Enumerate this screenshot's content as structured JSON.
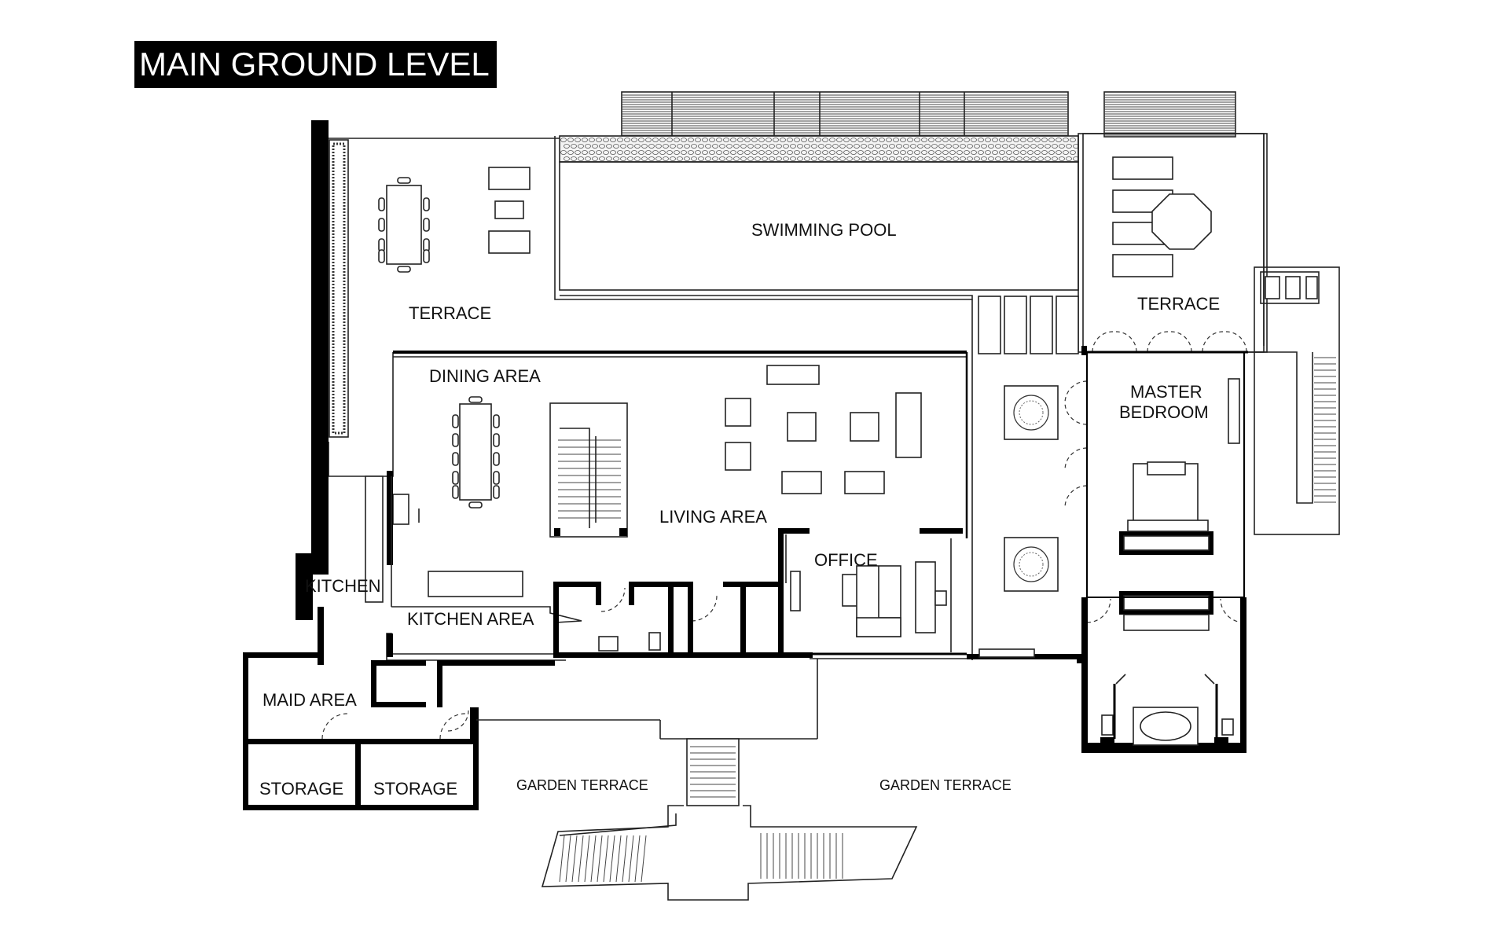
{
  "title": "MAIN GROUND LEVEL",
  "rooms": {
    "swimming_pool": "SWIMMING POOL",
    "terrace_left": "TERRACE",
    "terrace_right": "TERRACE",
    "dining_area": "DINING AREA",
    "living_area": "LIVING AREA",
    "master_bedroom_line1": "MASTER",
    "master_bedroom_line2": "BEDROOM",
    "office": "OFFICE",
    "kitchen": "KITCHEN",
    "kitchen_area": "KITCHEN AREA",
    "maid_area": "MAID AREA",
    "storage_left": "STORAGE",
    "storage_right": "STORAGE",
    "garden_terrace_left": "GARDEN TERRACE",
    "garden_terrace_right": "GARDEN TERRACE"
  },
  "colors": {
    "wall": "#000000",
    "line": "#222222",
    "background": "#ffffff",
    "title_text": "#ffffff",
    "title_bg": "#000000"
  }
}
